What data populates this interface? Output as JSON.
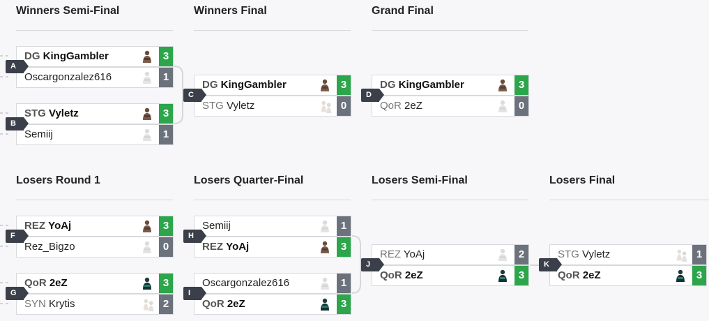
{
  "rounds": {
    "wsf": "Winners Semi-Final",
    "wf": "Winners Final",
    "gf": "Grand Final",
    "lr1": "Losers Round 1",
    "lqf": "Losers Quarter-Final",
    "lsf": "Losers Semi-Final",
    "lf": "Losers Final"
  },
  "matches": {
    "A": {
      "badge": "A",
      "p1": {
        "tag": "DG",
        "name": "KingGambler",
        "score": "3",
        "winner": true,
        "avatar": "dark"
      },
      "p2": {
        "tag": "",
        "name": "Oscargonzalez616",
        "score": "1",
        "winner": false,
        "avatar": "pale"
      }
    },
    "B": {
      "badge": "B",
      "p1": {
        "tag": "STG",
        "name": "Vyletz",
        "score": "3",
        "winner": true,
        "avatar": "dark"
      },
      "p2": {
        "tag": "",
        "name": "Semiij",
        "score": "1",
        "winner": false,
        "avatar": "pale"
      }
    },
    "C": {
      "badge": "C",
      "p1": {
        "tag": "DG",
        "name": "KingGambler",
        "score": "3",
        "winner": true,
        "avatar": "dark"
      },
      "p2": {
        "tag": "STG",
        "name": "Vyletz",
        "score": "0",
        "winner": false,
        "avatar": "pale-pair"
      }
    },
    "D": {
      "badge": "D",
      "p1": {
        "tag": "DG",
        "name": "KingGambler",
        "score": "3",
        "winner": true,
        "avatar": "dark"
      },
      "p2": {
        "tag": "QoR",
        "name": "2eZ",
        "score": "0",
        "winner": false,
        "avatar": "pale"
      }
    },
    "F": {
      "badge": "F",
      "p1": {
        "tag": "REZ",
        "name": "YoAj",
        "score": "3",
        "winner": true,
        "avatar": "dark"
      },
      "p2": {
        "tag": "",
        "name": "Rez_Bigzo",
        "score": "0",
        "winner": false,
        "avatar": "pale"
      }
    },
    "G": {
      "badge": "G",
      "p1": {
        "tag": "QoR",
        "name": "2eZ",
        "score": "3",
        "winner": true,
        "avatar": "teal"
      },
      "p2": {
        "tag": "SYN",
        "name": "Krytis",
        "score": "2",
        "winner": false,
        "avatar": "pale-pair"
      }
    },
    "H": {
      "badge": "H",
      "p1": {
        "tag": "",
        "name": "Semiij",
        "score": "1",
        "winner": false,
        "avatar": "pale"
      },
      "p2": {
        "tag": "REZ",
        "name": "YoAj",
        "score": "3",
        "winner": true,
        "avatar": "dark"
      }
    },
    "I": {
      "badge": "I",
      "p1": {
        "tag": "",
        "name": "Oscargonzalez616",
        "score": "1",
        "winner": false,
        "avatar": "pale"
      },
      "p2": {
        "tag": "QoR",
        "name": "2eZ",
        "score": "3",
        "winner": true,
        "avatar": "teal"
      }
    },
    "J": {
      "badge": "J",
      "p1": {
        "tag": "REZ",
        "name": "YoAj",
        "score": "2",
        "winner": false,
        "avatar": "pale"
      },
      "p2": {
        "tag": "QoR",
        "name": "2eZ",
        "score": "3",
        "winner": true,
        "avatar": "teal"
      }
    },
    "K": {
      "badge": "K",
      "p1": {
        "tag": "STG",
        "name": "Vyletz",
        "score": "1",
        "winner": false,
        "avatar": "pale-pair"
      },
      "p2": {
        "tag": "QoR",
        "name": "2eZ",
        "score": "3",
        "winner": true,
        "avatar": "teal"
      }
    }
  },
  "colors": {
    "win": "#2ca54b",
    "loss": "#6b727c",
    "badge": "#3a3f4a",
    "rule": "#d5d7dc"
  }
}
